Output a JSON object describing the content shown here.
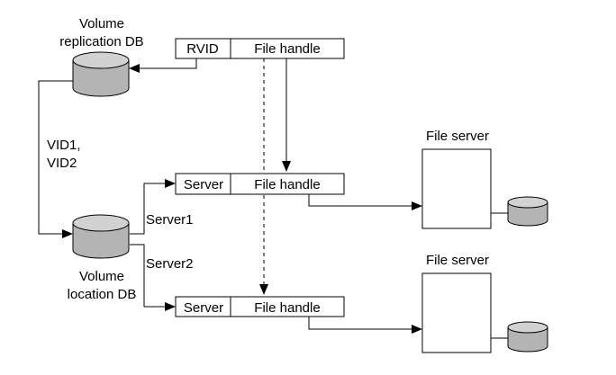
{
  "colors": {
    "background": "#ffffff",
    "stroke": "#000000",
    "cylinder_fill": "#b4b4b4"
  },
  "diagram": {
    "replication_db": {
      "label_line1": "Volume",
      "label_line2": "replication DB"
    },
    "location_db": {
      "label_line1": "Volume",
      "label_line2": "location DB"
    },
    "vid_label_line1": "VID1,",
    "vid_label_line2": "VID2",
    "server1_label": "Server1",
    "server2_label": "Server2",
    "top_record": {
      "field1": "RVID",
      "field2": "File handle"
    },
    "middle_record": {
      "field1": "Server",
      "field2": "File handle"
    },
    "bottom_record": {
      "field1": "Server",
      "field2": "File handle"
    },
    "file_server_1": {
      "label": "File server"
    },
    "file_server_2": {
      "label": "File server"
    }
  }
}
